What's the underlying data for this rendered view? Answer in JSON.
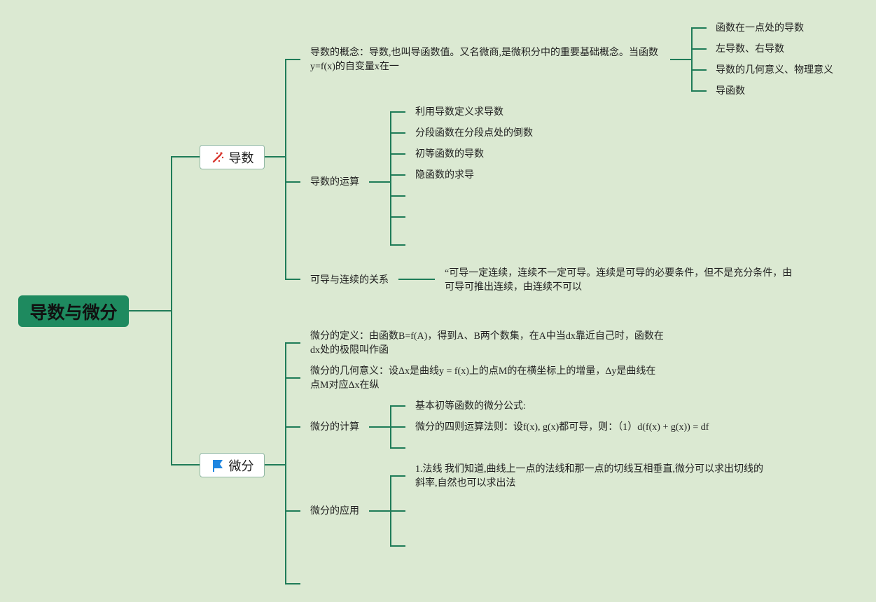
{
  "root": {
    "label": "导数与微分"
  },
  "branches": [
    {
      "label": "导数",
      "icon": "sparkle-icon",
      "children": [
        {
          "label": "导数的概念：导数,也叫导函数值。又名微商,是微积分中的重要基础概念。当函数y=f(x)的自变量x在一",
          "children": [
            "函数在一点处的导数",
            "左导数、右导数",
            "导数的几何意义、物理意义",
            "导函数"
          ]
        },
        {
          "label": "导数的运算",
          "children": [
            "利用导数定义求导数",
            "分段函数在分段点处的倒数",
            "初等函数的导数",
            "隐函数的求导",
            "",
            "",
            ""
          ]
        },
        {
          "label": "可导与连续的关系",
          "children": [
            "“可导一定连续，连续不一定可导。连续是可导的必要条件，但不是充分条件，由可导可推出连续，由连续不可以"
          ]
        }
      ]
    },
    {
      "label": "微分",
      "icon": "flag-icon",
      "children": [
        {
          "label": "微分的定义：由函数B=f(A)，得到A、B两个数集，在A中当dx靠近自己时，函数在dx处的极限叫作函",
          "children": []
        },
        {
          "label": "微分的几何意义：设Δx是曲线y = f(x)上的点M的在横坐标上的增量，Δy是曲线在点M对应Δx在纵",
          "children": []
        },
        {
          "label": "微分的计算",
          "children": [
            "基本初等函数的微分公式:",
            "微分的四则运算法则：设f(x), g(x)都可导，则：（1）d(f(x) + g(x)) = df",
            ""
          ]
        },
        {
          "label": "微分的应用",
          "children": [
            "1.法线 我们知道,曲线上一点的法线和那一点的切线互相垂直,微分可以求出切线的斜率,自然也可以求出法",
            "",
            ""
          ]
        },
        {
          "label": "",
          "children": []
        }
      ]
    }
  ],
  "colors": {
    "background": "#dbe9d2",
    "line": "#1f7c58",
    "root": "#1e8a5f",
    "sparkle": "#d8372f",
    "flag": "#1f86e0"
  }
}
